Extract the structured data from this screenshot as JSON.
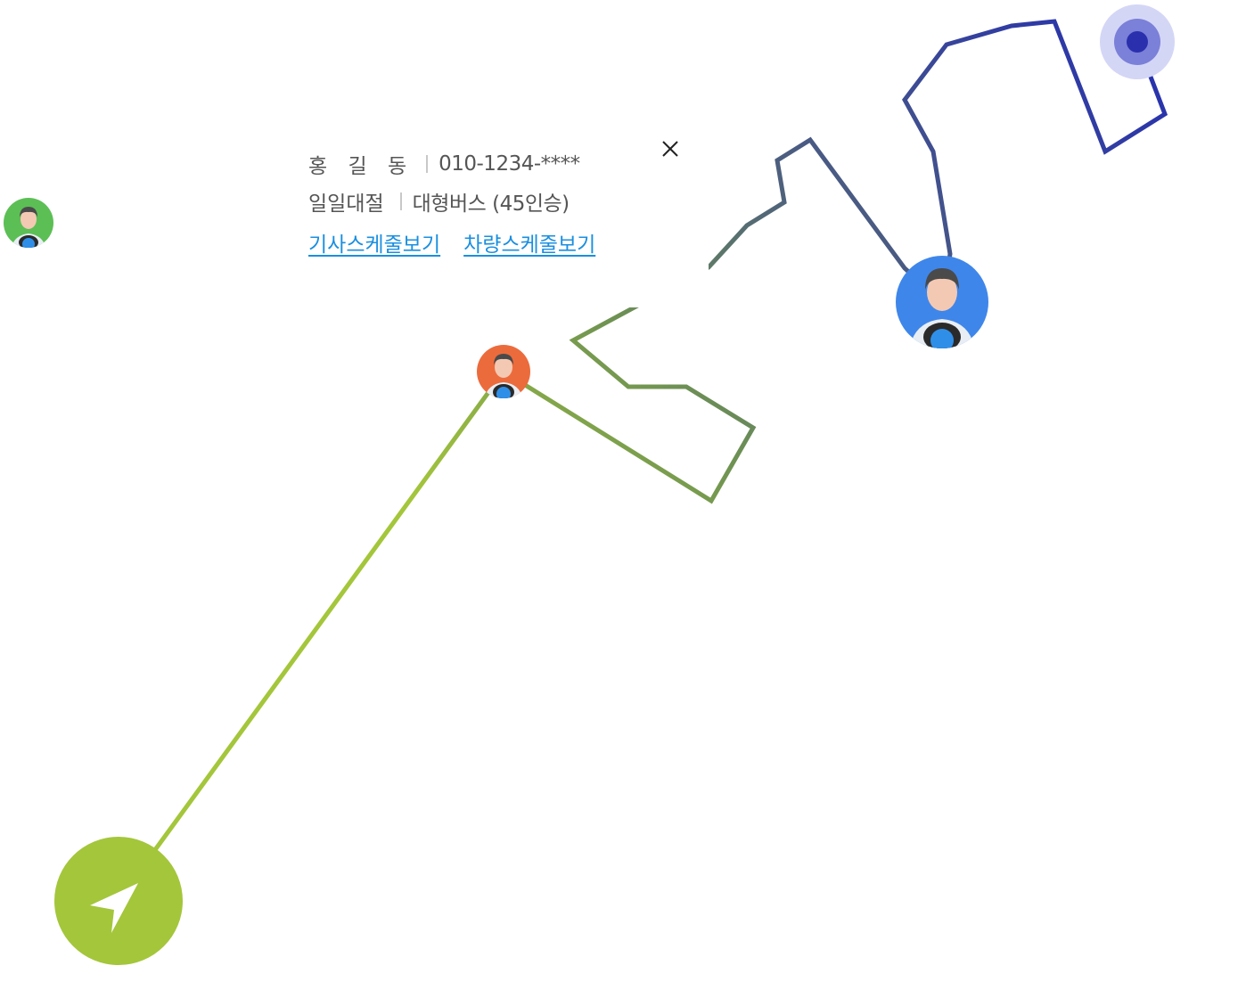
{
  "map": {
    "route_colors": {
      "start": "#a4c63b",
      "mid": "#6a8f5f",
      "mid2": "#4a6080",
      "end": "#2a35a8"
    },
    "marker_colors": {
      "driver_green": "#5cbf55",
      "driver_orange": "#ec6b3c",
      "driver_blue": "#3f86ea",
      "start_button": "#a4c63b",
      "destination_halo": "#d4d6f6",
      "destination_mid": "#7b80d8",
      "destination_core": "#2a2fae"
    },
    "icons": {
      "start": "navigation-arrow-icon",
      "destination": "destination-pin-icon",
      "driver": "driver-avatar-icon",
      "close": "close-icon"
    }
  },
  "info_card": {
    "driver_name": "홍 길 동",
    "phone": "010-1234-****",
    "rental_type": "일일대절",
    "vehicle": "대형버스 (45인승)",
    "links": {
      "driver_schedule": "기사스케줄보기",
      "vehicle_schedule": "차량스케줄보기"
    }
  }
}
